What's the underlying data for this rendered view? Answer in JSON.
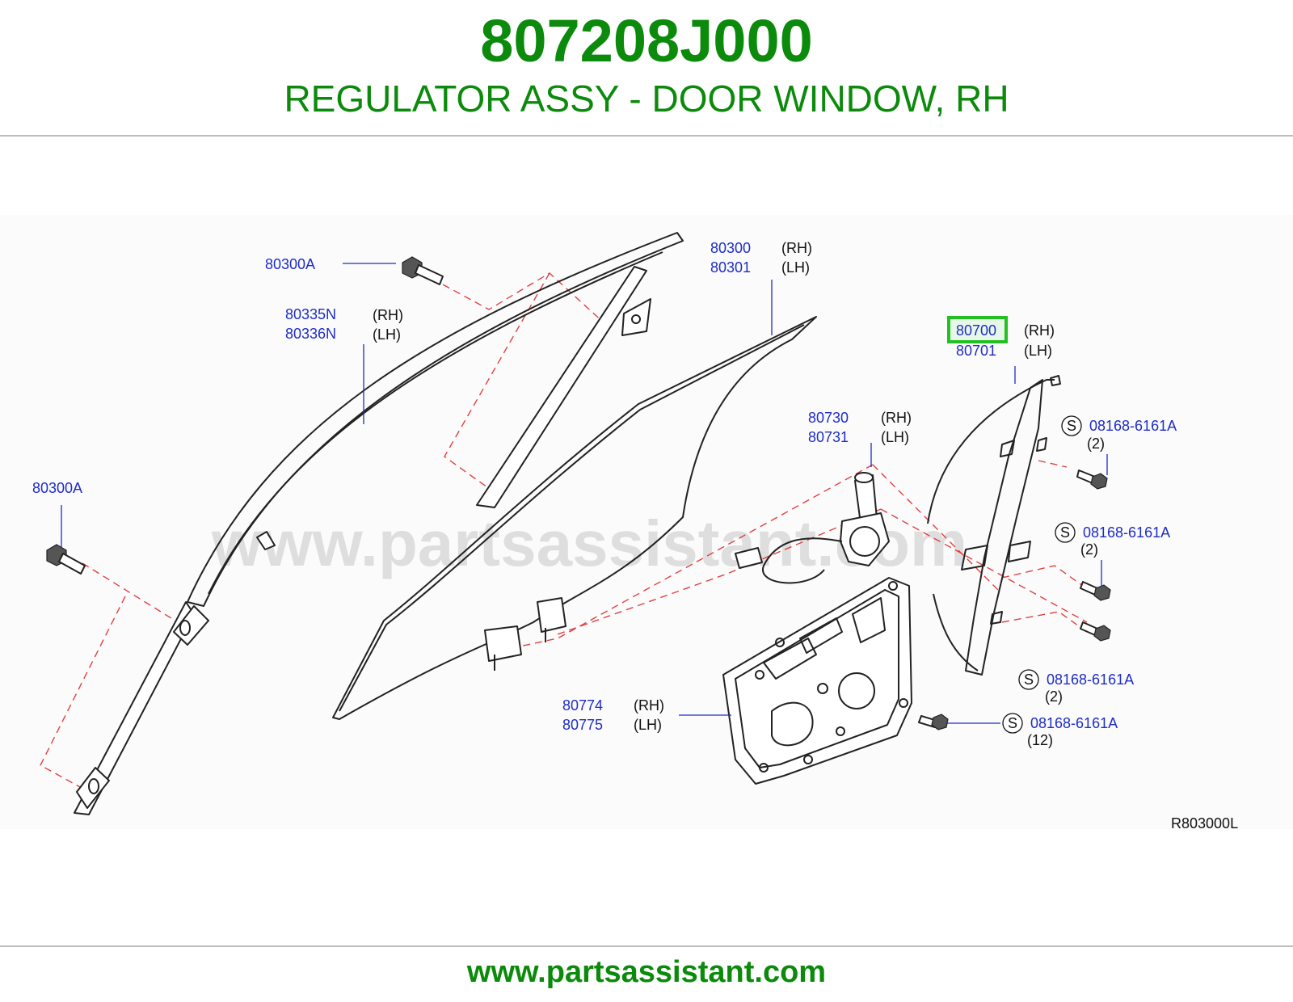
{
  "header": {
    "part_number": "807208J000",
    "title": "REGULATOR ASSY - DOOR WINDOW, RH"
  },
  "footer": {
    "url": "www.partsassistant.com"
  },
  "watermark": "www.partsassistant.com",
  "diagram_code": "R803000L",
  "callouts": {
    "sash_bolt_top": {
      "number": "80300A"
    },
    "sash_bolt_left": {
      "number": "80300A"
    },
    "sash": {
      "rh": "80335N",
      "lh": "80336N",
      "rh_tag": "(RH)",
      "lh_tag": "(LH)"
    },
    "glass": {
      "rh": "80300",
      "lh": "80301",
      "rh_tag": "(RH)",
      "lh_tag": "(LH)"
    },
    "regulator": {
      "rh": "80700",
      "lh": "80701",
      "rh_tag": "(RH)",
      "lh_tag": "(LH)",
      "highlight_color": "#22c022"
    },
    "motor": {
      "rh": "80730",
      "lh": "80731",
      "rh_tag": "(RH)",
      "lh_tag": "(LH)"
    },
    "module_panel": {
      "rh": "80774",
      "lh": "80775",
      "rh_tag": "(RH)",
      "lh_tag": "(LH)"
    },
    "bolt_1": {
      "s": "S",
      "number": "08168-6161A",
      "qty": "(2)"
    },
    "bolt_2": {
      "s": "S",
      "number": "08168-6161A",
      "qty": "(2)"
    },
    "bolt_3": {
      "s": "S",
      "number": "08168-6161A",
      "qty": "(2)"
    },
    "bolt_4": {
      "s": "S",
      "number": "08168-6161A",
      "qty": "(12)"
    }
  },
  "colors": {
    "title_green": "#0b8a0b",
    "label_blue": "#1e2cc8",
    "dashed_red": "#e04040"
  }
}
